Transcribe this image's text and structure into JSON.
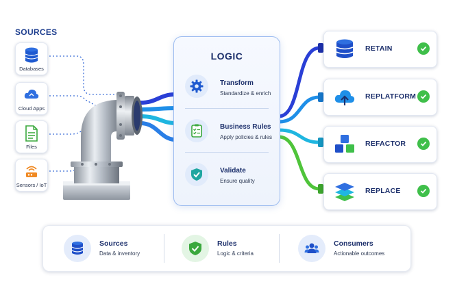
{
  "sources": {
    "title": "SOURCES",
    "items": [
      {
        "label": "Databases",
        "icon": "database-icon"
      },
      {
        "label": "Cloud Apps",
        "icon": "cloud-icon"
      },
      {
        "label": "Files",
        "icon": "file-icon"
      },
      {
        "label": "Sensors / IoT",
        "icon": "sensor-icon"
      }
    ]
  },
  "logic": {
    "title": "LOGIC",
    "steps": [
      {
        "title": "Transform",
        "subtitle": "Standardize & enrich",
        "icon": "gear-icon"
      },
      {
        "title": "Business Rules",
        "subtitle": "Apply policies & rules",
        "icon": "checklist-icon"
      },
      {
        "title": "Validate",
        "subtitle": "Ensure quality",
        "icon": "shield-check-icon"
      }
    ]
  },
  "outcomes": [
    {
      "label": "RETAIN",
      "icon": "database-icon",
      "status": "check-icon"
    },
    {
      "label": "REPLATFORM",
      "icon": "cloud-upload-icon",
      "status": "check-icon"
    },
    {
      "label": "REFACTOR",
      "icon": "cubes-icon",
      "status": "check-icon"
    },
    {
      "label": "REPLACE",
      "icon": "layers-icon",
      "status": "check-icon"
    }
  ],
  "summary": [
    {
      "title": "Sources",
      "subtitle": "Data & inventory",
      "icon": "database-icon"
    },
    {
      "title": "Rules",
      "subtitle": "Logic & criteria",
      "icon": "shield-check-icon"
    },
    {
      "title": "Consumers",
      "subtitle": "Actionable outcomes",
      "icon": "users-icon"
    }
  ],
  "colors": {
    "accent_blue": "#2f6fe0",
    "navy": "#1c2f6b",
    "pipe_dark_blue": "#2a3fd6",
    "pipe_blue": "#1f8fe8",
    "pipe_cyan": "#1fb6e0",
    "pipe_green": "#4fc43a",
    "check_green": "#3fbf4a"
  }
}
